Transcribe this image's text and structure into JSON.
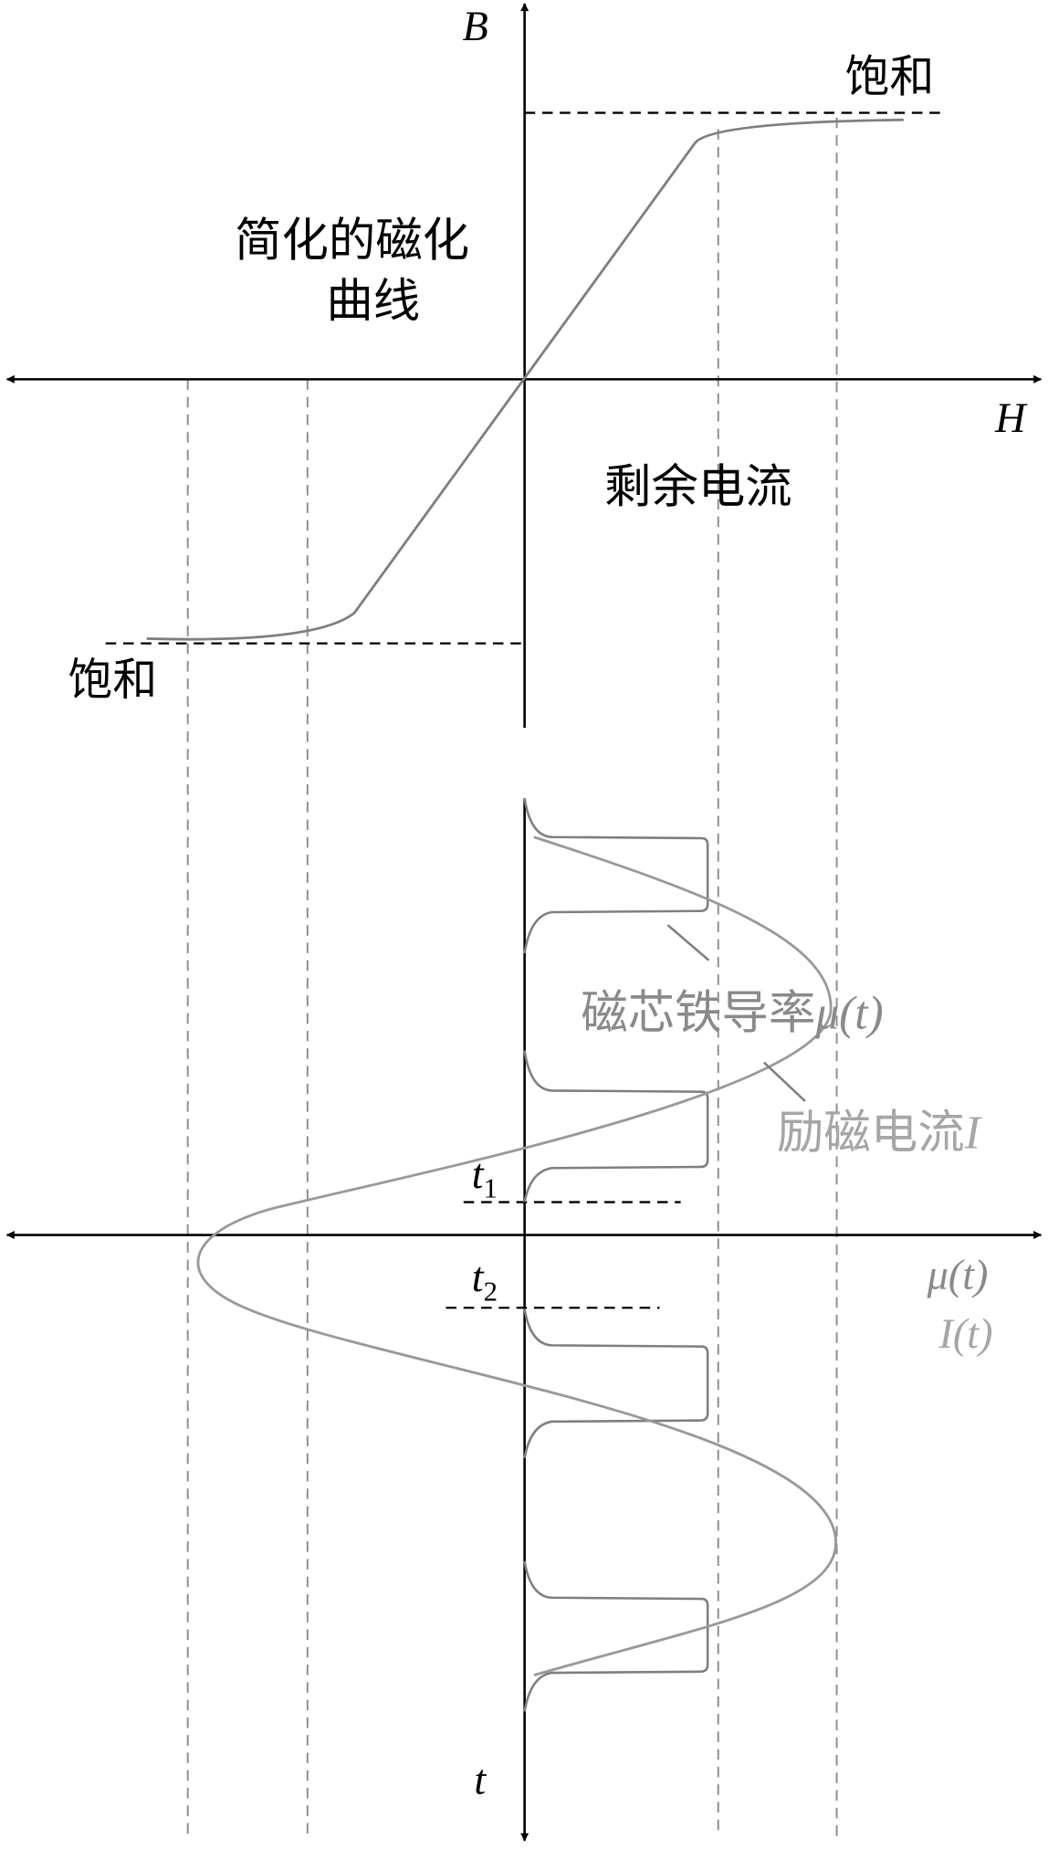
{
  "top_plot": {
    "y_axis_label": "B",
    "x_axis_label": "H",
    "saturation_top": "饱和",
    "saturation_bottom": "饱和",
    "curve_label_line1": "简化的磁化",
    "curve_label_line2": "曲线",
    "residual_label": "剩余电流"
  },
  "bottom_plot": {
    "permeability_label": "磁芯铁导率",
    "permeability_symbol": "μ(t)",
    "current_label": "励磁电流",
    "current_symbol": "I",
    "t1_label": "t",
    "t1_sub": "1",
    "t2_label": "t",
    "t2_sub": "2",
    "axis_label_mu": "μ(t)",
    "axis_label_i": "I(t)",
    "time_axis_label": "t"
  },
  "colors": {
    "axis": "#000000",
    "curve": "#7f7f7f",
    "current": "#999999",
    "permeability_text": "#8a8a8a",
    "current_text": "#a6a6a6"
  }
}
